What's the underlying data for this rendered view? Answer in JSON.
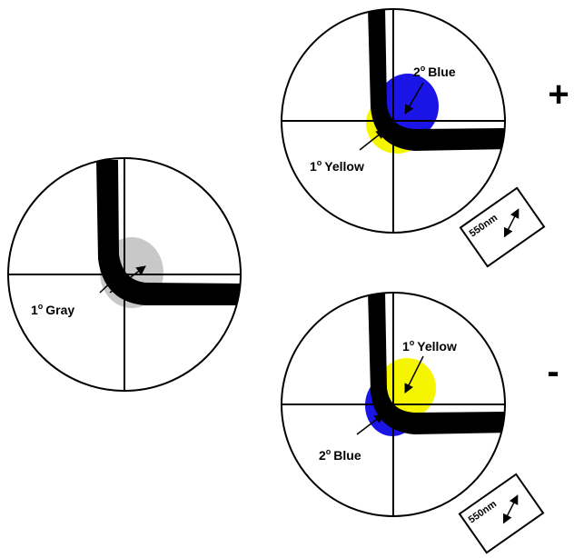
{
  "colors": {
    "blue": "#1a14e6",
    "yellow": "#f5f500",
    "gray": "#c8c8c8",
    "line": "#000000"
  },
  "left_view": {
    "label_prefix": "1",
    "label_sup": "o",
    "label_text": "Gray"
  },
  "top_view": {
    "sign": "+",
    "upper_label_prefix": "2",
    "upper_label_sup": "o",
    "upper_label_text": "Blue",
    "lower_label_prefix": "1",
    "lower_label_sup": "o",
    "lower_label_text": "Yellow",
    "plate_label": "550nm",
    "plate_icon": "double-arrow-icon"
  },
  "bottom_view": {
    "sign": "-",
    "upper_label_prefix": "1",
    "upper_label_sup": "o",
    "upper_label_text": "Yellow",
    "lower_label_prefix": "2",
    "lower_label_sup": "o",
    "lower_label_text": "Blue",
    "plate_label": "550nm",
    "plate_icon": "double-arrow-icon"
  }
}
